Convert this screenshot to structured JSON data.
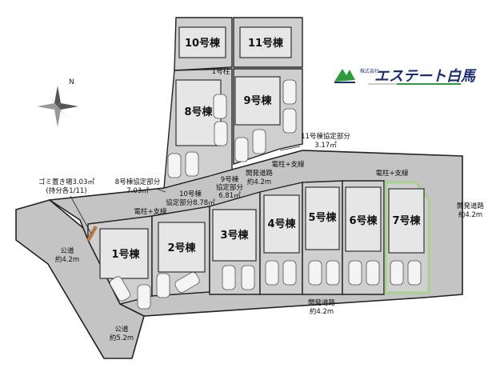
{
  "logo": {
    "text": "エステート白馬",
    "prefix": "株式会社",
    "colors": {
      "green": "#2e9a3c",
      "navy": "#1b2f6e"
    }
  },
  "compass": {
    "north_label": "N"
  },
  "lots": [
    {
      "label": "1号棟"
    },
    {
      "label": "2号棟"
    },
    {
      "label": "3号棟"
    },
    {
      "label": "4号棟"
    },
    {
      "label": "5号棟"
    },
    {
      "label": "6号棟"
    },
    {
      "label": "7号棟"
    },
    {
      "label": "8号棟"
    },
    {
      "label": "9号棟"
    },
    {
      "label": "10号棟"
    },
    {
      "label": "11号棟"
    }
  ],
  "annotations": {
    "pillar_1": "1号柱",
    "lot11_agreed": "11号棟協定部分",
    "lot11_area": "3.17㎡",
    "lot8_agreed": "8号棟協定部分",
    "lot8_area": "7.03㎡",
    "lot10_agreed_1": "10号棟",
    "lot10_agreed_2": "協定部分8.78㎡",
    "lot9_agreed_1": "9号棟",
    "lot9_agreed_2": "協定部分",
    "lot9_area": "6.81㎡",
    "garbage_1": "ゴミ置き場3.03㎡",
    "garbage_2": "(持分各1/11)",
    "pole_1": "電柱+支線",
    "pole_2": "電柱+支線",
    "pole_3": "電柱+支線",
    "dev_road_a1": "開発道路",
    "dev_road_a2": "約4.2m",
    "dev_road_b1": "開発道路",
    "dev_road_b2": "約4.2m",
    "dev_road_c1": "開発道路",
    "dev_road_c2": "約4.2m",
    "public_road_a1": "公道",
    "public_road_a2": "約4.2m",
    "public_road_b1": "公道",
    "public_road_b2": "約5.2m"
  },
  "colors": {
    "highlight_lot": "#a9d18e",
    "ground": "#c4c4c4"
  }
}
